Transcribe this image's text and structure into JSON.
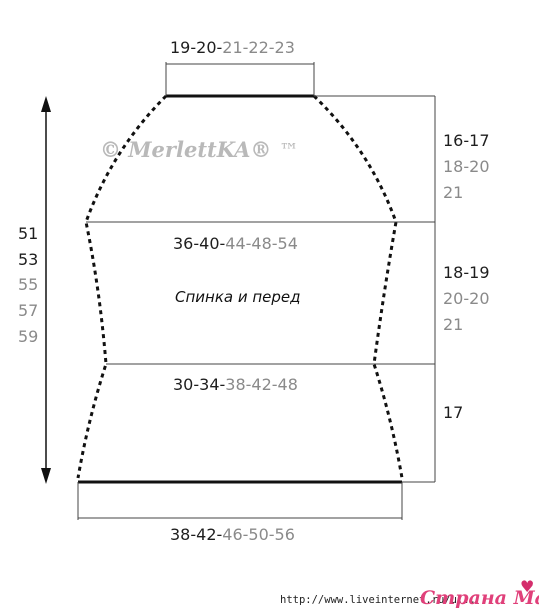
{
  "diagram": {
    "title": "Спинка и перед",
    "watermark": {
      "copyright": "© MerlettKA®",
      "tm": "™"
    },
    "dimensions": {
      "top_width": {
        "dark": "19-20-",
        "grey": "21-22-23"
      },
      "chest_width": {
        "dark": "36-40-",
        "grey": "44-48-54"
      },
      "waist_width": {
        "dark": "30-34-",
        "grey": "38-42-48"
      },
      "bottom_width": {
        "dark": "38-42-",
        "grey": "46-50-56"
      },
      "total_length": {
        "dark": [
          "51",
          "53"
        ],
        "grey": [
          "55",
          "57",
          "59"
        ]
      },
      "armhole_height": {
        "dark": "16-17",
        "grey": [
          "18-20",
          "21"
        ]
      },
      "middle_height": {
        "dark": "18-19",
        "grey": [
          "20-20",
          "21"
        ]
      },
      "lower_height": {
        "dark": "17"
      }
    }
  },
  "footer": {
    "url": "http://www.liveinternet.ru/u...",
    "logo": "Страна Мам"
  }
}
